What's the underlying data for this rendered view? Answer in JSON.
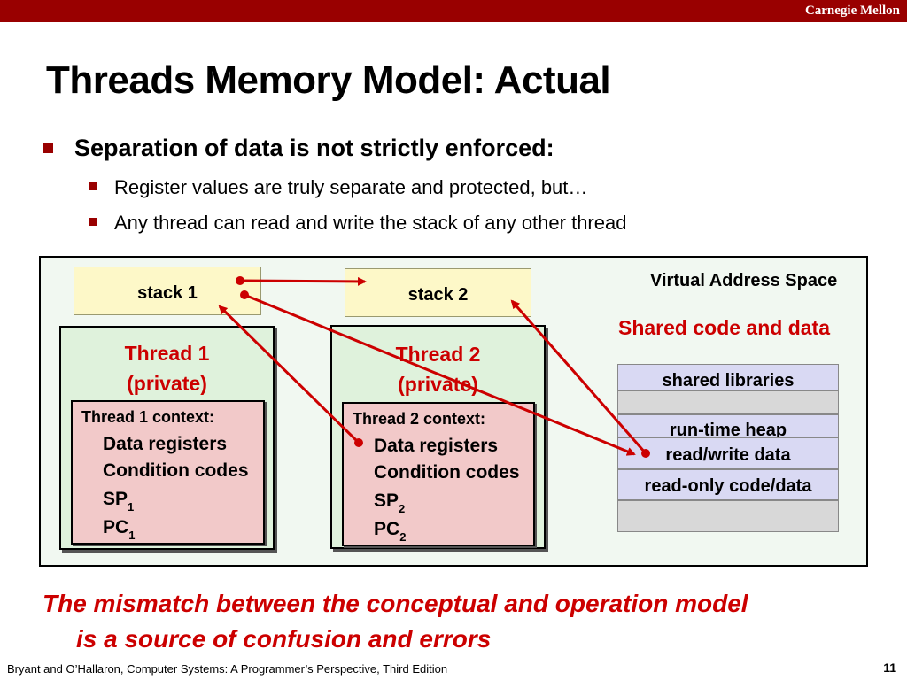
{
  "header": {
    "brand": "Carnegie Mellon",
    "bar_color": "#990000"
  },
  "title": "Threads Memory Model: Actual",
  "bullets": {
    "main": "Separation of data is not strictly enforced:",
    "sub": [
      "Register values are truly separate and protected, but…",
      "Any thread can read and write the stack of any other thread"
    ]
  },
  "diagram": {
    "vas_label": "Virtual Address Space",
    "shared_label": "Shared code and data",
    "stacks": [
      "stack 1",
      "stack 2"
    ],
    "threads": [
      {
        "title": "Thread 1",
        "subtitle": "(private)",
        "context_label": "Thread 1 context:",
        "data_registers": "Data registers",
        "condition_codes": "Condition codes",
        "sp": "SP",
        "sp_sub": "1",
        "pc": "PC",
        "pc_sub": "1"
      },
      {
        "title": "Thread 2",
        "subtitle": "(private)",
        "context_label": "Thread 2 context:",
        "data_registers": "Data registers",
        "condition_codes": "Condition codes",
        "sp": "SP",
        "sp_sub": "2",
        "pc": "PC",
        "pc_sub": "2"
      }
    ],
    "memory": [
      "shared libraries",
      "run-time heap",
      "read/write data",
      "read-only code/data"
    ],
    "arrow_color": "#cc0000",
    "colors": {
      "vas_bg": "#f1f8f1",
      "stack_bg": "#fdf8c8",
      "thread_bg": "#dff2dc",
      "context_bg": "#f2c9c9",
      "memory_bg": "#d9d9f3",
      "memory_gap": "#d8d8d8"
    }
  },
  "footer": {
    "note_line1": "The mismatch between the conceptual and operation model",
    "note_line2": "is a source of confusion and errors",
    "credit": "Bryant and O’Hallaron, Computer Systems: A Programmer’s Perspective, Third Edition",
    "page": "11"
  }
}
